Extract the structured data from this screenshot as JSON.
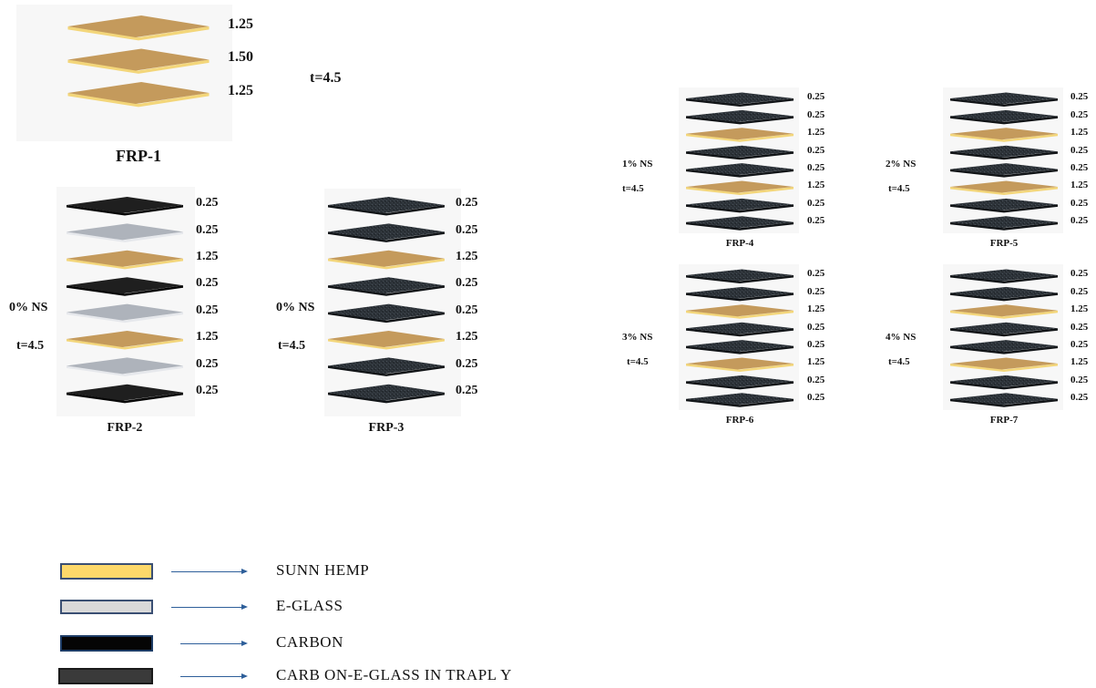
{
  "panels": [
    {
      "id": "frp1",
      "title": "FRP-1",
      "side_labels": [
        "t=4.5"
      ],
      "layers": [
        {
          "mat": "hemp",
          "label": "1.25"
        },
        {
          "mat": "hemp",
          "label": "1.50"
        },
        {
          "mat": "hemp",
          "label": "1.25"
        }
      ]
    },
    {
      "id": "frp2",
      "title": "FRP-2",
      "side_labels": [
        "0% NS",
        "t=4.5"
      ],
      "layers": [
        {
          "mat": "carbon",
          "label": "0.25"
        },
        {
          "mat": "glass",
          "label": "0.25"
        },
        {
          "mat": "hemp",
          "label": "1.25"
        },
        {
          "mat": "carbon",
          "label": "0.25"
        },
        {
          "mat": "glass",
          "label": "0.25"
        },
        {
          "mat": "hemp",
          "label": "1.25"
        },
        {
          "mat": "glass",
          "label": "0.25"
        },
        {
          "mat": "carbon",
          "label": "0.25"
        }
      ]
    },
    {
      "id": "frp3",
      "title": "FRP-3",
      "side_labels": [
        "0% NS",
        "t=4.5"
      ],
      "layers": [
        {
          "mat": "intraply",
          "label": "0.25"
        },
        {
          "mat": "intraply",
          "label": "0.25"
        },
        {
          "mat": "hemp",
          "label": "1.25"
        },
        {
          "mat": "intraply",
          "label": "0.25"
        },
        {
          "mat": "intraply",
          "label": "0.25"
        },
        {
          "mat": "hemp",
          "label": "1.25"
        },
        {
          "mat": "intraply",
          "label": "0.25"
        },
        {
          "mat": "intraply",
          "label": "0.25"
        }
      ]
    },
    {
      "id": "frp4",
      "title": "FRP-4",
      "side_labels": [
        "1% NS",
        "t=4.5"
      ],
      "layers": [
        {
          "mat": "intraply",
          "label": "0.25"
        },
        {
          "mat": "intraply",
          "label": "0.25"
        },
        {
          "mat": "hemp",
          "label": "1.25"
        },
        {
          "mat": "intraply",
          "label": "0.25"
        },
        {
          "mat": "intraply",
          "label": "0.25"
        },
        {
          "mat": "hemp",
          "label": "1.25"
        },
        {
          "mat": "intraply",
          "label": "0.25"
        },
        {
          "mat": "intraply",
          "label": "0.25"
        }
      ]
    },
    {
      "id": "frp5",
      "title": "FRP-5",
      "side_labels": [
        "2% NS",
        "t=4.5"
      ],
      "layers": [
        {
          "mat": "intraply",
          "label": "0.25"
        },
        {
          "mat": "intraply",
          "label": "0.25"
        },
        {
          "mat": "hemp",
          "label": "1.25"
        },
        {
          "mat": "intraply",
          "label": "0.25"
        },
        {
          "mat": "intraply",
          "label": "0.25"
        },
        {
          "mat": "hemp",
          "label": "1.25"
        },
        {
          "mat": "intraply",
          "label": "0.25"
        },
        {
          "mat": "intraply",
          "label": "0.25"
        }
      ]
    },
    {
      "id": "frp6",
      "title": "FRP-6",
      "side_labels": [
        "3% NS",
        "t=4.5"
      ],
      "layers": [
        {
          "mat": "intraply",
          "label": "0.25"
        },
        {
          "mat": "intraply",
          "label": "0.25"
        },
        {
          "mat": "hemp",
          "label": "1.25"
        },
        {
          "mat": "intraply",
          "label": "0.25"
        },
        {
          "mat": "intraply",
          "label": "0.25"
        },
        {
          "mat": "hemp",
          "label": "1.25"
        },
        {
          "mat": "intraply",
          "label": "0.25"
        },
        {
          "mat": "intraply",
          "label": "0.25"
        }
      ]
    },
    {
      "id": "frp7",
      "title": "FRP-7",
      "side_labels": [
        "4% NS",
        "t=4.5"
      ],
      "layers": [
        {
          "mat": "intraply",
          "label": "0.25"
        },
        {
          "mat": "intraply",
          "label": "0.25"
        },
        {
          "mat": "hemp",
          "label": "1.25"
        },
        {
          "mat": "intraply",
          "label": "0.25"
        },
        {
          "mat": "intraply",
          "label": "0.25"
        },
        {
          "mat": "hemp",
          "label": "1.25"
        },
        {
          "mat": "intraply",
          "label": "0.25"
        },
        {
          "mat": "intraply",
          "label": "0.25"
        }
      ]
    }
  ],
  "legend": [
    {
      "mat": "hemp",
      "label": "SUNN HEMP"
    },
    {
      "mat": "glass",
      "label": "E-GLASS"
    },
    {
      "mat": "carbon",
      "label": "CARBON"
    },
    {
      "mat": "intraply",
      "label": "CARB ON-E-GLASS IN TRAPL Y"
    }
  ],
  "colors": {
    "hemp": "#c49a5c",
    "hemp_edge": "#f3d67a",
    "glass": "#aeb3bb",
    "glass_edge": "#e6e8ec",
    "carbon": "#1f1f1f",
    "carbon_edge": "#070707",
    "intraply": "#2c3238",
    "intraply_edge": "#111417",
    "legend_hemp": "#fcd86a",
    "legend_glass": "#d9d9d9",
    "legend_carbon": "#050505",
    "legend_intraply": "#3a3a3a",
    "arrow": "#2e5f9a"
  }
}
